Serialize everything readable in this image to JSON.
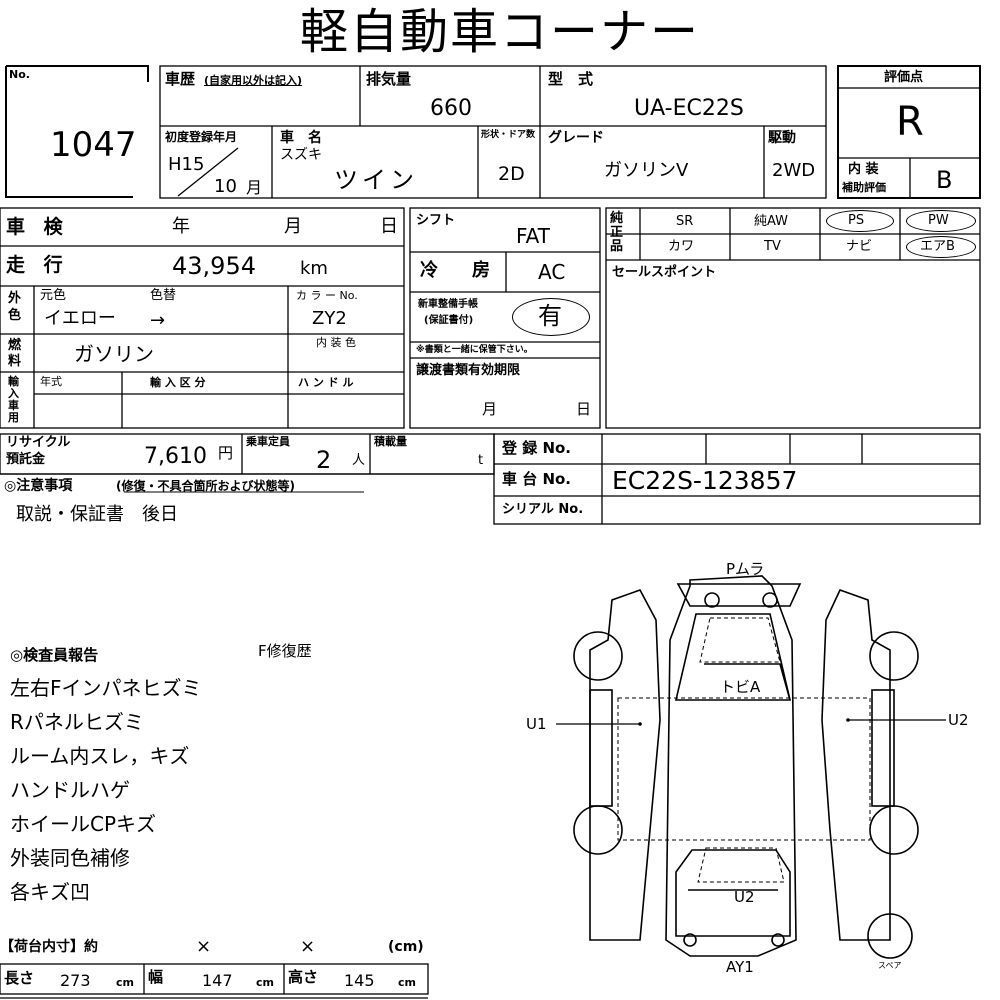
{
  "title": "軽自動車コーナー",
  "lot": {
    "no_label": "No.",
    "number": "1047"
  },
  "history": {
    "label": "車歴",
    "note": "(自家用以外は記入)"
  },
  "displacement": {
    "label": "排気量",
    "value": "660"
  },
  "model_type": {
    "label": "型　式",
    "value": "UA-EC22S"
  },
  "score": {
    "label": "評価点",
    "value": "R",
    "interior_label_1": "内 装",
    "interior_label_2": "補助評価",
    "interior_value": "B"
  },
  "first_reg": {
    "label": "初度登録年月",
    "year": "H15",
    "month": "10",
    "month_unit": "月"
  },
  "car_name": {
    "label": "車　名",
    "maker": "スズキ",
    "name": "ツイン"
  },
  "doors": {
    "label": "形状・ドア数",
    "value": "2D"
  },
  "grade": {
    "label": "グレード",
    "value": "ガソリンV"
  },
  "drive": {
    "label": "駆動",
    "value": "2WD"
  },
  "shaken": {
    "label": "車 検",
    "year_label": "年",
    "month_label": "月",
    "day_label": "日"
  },
  "shift": {
    "label": "シフト",
    "value": "FAT"
  },
  "equipment": {
    "label": "純正品",
    "row1": [
      "SR",
      "純AW",
      "PS",
      "PW"
    ],
    "row2": [
      "カワ",
      "TV",
      "ナビ",
      "エアB"
    ]
  },
  "mileage": {
    "label": "走 行",
    "value": "43,954",
    "unit": "km"
  },
  "aircon": {
    "label": "冷　房",
    "value": "AC"
  },
  "sales_point": {
    "label": "セールスポイント"
  },
  "exterior": {
    "label": "外色",
    "original_label": "元色",
    "change_label": "色替",
    "value": "イエロー",
    "arrow": "→"
  },
  "color_no": {
    "label": "カ ラ ー No.",
    "value": "ZY2"
  },
  "interior_color": {
    "label": "内 装 色"
  },
  "manual": {
    "label_1": "新車整備手帳",
    "label_2": "(保証書付)",
    "value": "有",
    "note": "※書類と一緒に保管下さい。"
  },
  "fuel": {
    "label": "燃料",
    "value": "ガソリン"
  },
  "import": {
    "label": "輸入車用",
    "year_label": "年式",
    "class_label": "輸 入 区 分",
    "handle_label": "ハ ン ド ル"
  },
  "transfer": {
    "label": "譲渡書類有効期限",
    "month_label": "月",
    "day_label": "日"
  },
  "recycle": {
    "label_1": "リサイクル",
    "label_2": "預託金",
    "value": "7,610",
    "unit": "円"
  },
  "capacity": {
    "label": "乗車定員",
    "value": "2",
    "unit": "人"
  },
  "load": {
    "label": "積載量",
    "unit": "t"
  },
  "registration": {
    "label": "登 録 No."
  },
  "chassis": {
    "label": "車 台 No.",
    "value": "EC22S-123857"
  },
  "serial": {
    "label": "シリアル No."
  },
  "notes": {
    "label": "◎注意事項",
    "sub": "(修復・不具合箇所および状態等)",
    "text": "取説・保証書　後日"
  },
  "report": {
    "label": "◎検査員報告",
    "repair": "F修復歴",
    "items": [
      "左右Fインパネヒズミ",
      "Rパネルヒズミ",
      "ルーム内スレ，キズ",
      "ハンドルハゲ",
      "ホイールCPキズ",
      "外装同色補修",
      "各キズ凹"
    ]
  },
  "cargo": {
    "label": "【荷台内寸】約",
    "x1": "×",
    "x2": "×",
    "unit_paren": "(cm)",
    "length_label": "長さ",
    "length": "273",
    "width_label": "幅",
    "width": "147",
    "height_label": "高さ",
    "height": "145",
    "unit": "cm"
  },
  "diagram": {
    "top": "Pムラ",
    "roof": "トビA",
    "left": "U1",
    "right": "U2",
    "rear": "U2",
    "bottom": "AY1",
    "spare": "スペア"
  }
}
